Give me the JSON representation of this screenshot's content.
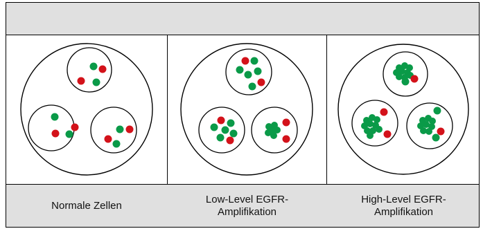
{
  "captions": {
    "normal": "Normale Zellen",
    "low": "Low-Level EGFR-\nAmplifikation",
    "high": "High-Level EGFR-\nAmplifikation"
  },
  "colors": {
    "red": "#d3121a",
    "green": "#0a9a48",
    "stroke": "#000000"
  }
}
